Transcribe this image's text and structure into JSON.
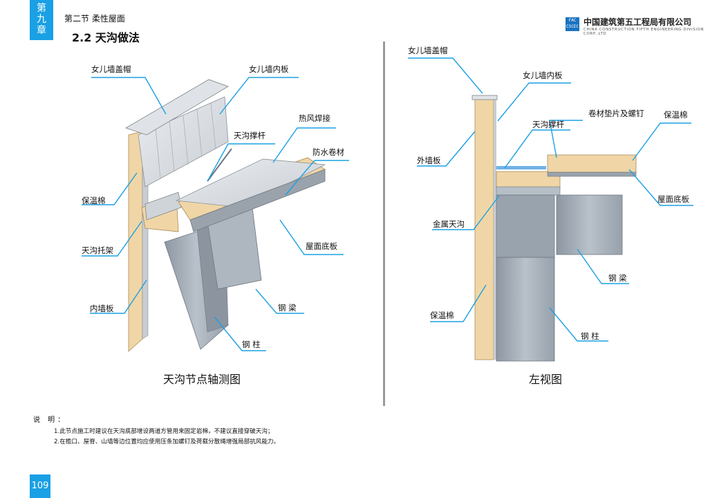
{
  "header": {
    "chapter_chars": [
      "第",
      "九",
      "章"
    ],
    "section": "第二节  柔性屋面",
    "subsection": "2.2  天沟做法",
    "logo_text": "FAC CSCEC",
    "company_cn": "中国建筑第五工程局有限公司",
    "company_en": "CHINA CONSTRUCTION FIFTH ENGINEERING DIVISION CORP.,LTD"
  },
  "left_figure": {
    "labels": {
      "parapet_cap": "女儿墙盖帽",
      "parapet_inner_panel": "女儿墙内板",
      "hot_air_weld": "热风焊接",
      "gutter_strut": "天沟撑杆",
      "waterproof_membrane": "防水卷材",
      "insulation": "保温棉",
      "gutter_bracket": "天沟托架",
      "roof_deck": "屋面底板",
      "inner_wall_panel": "内墙板",
      "steel_beam": "钢 梁",
      "steel_column": "钢 柱"
    },
    "caption": "天沟节点轴测图"
  },
  "right_figure": {
    "labels": {
      "parapet_cap": "女儿墙盖帽",
      "parapet_inner_panel": "女儿墙内板",
      "membrane_washer_screw": "卷材垫片及螺钉",
      "insulation_top": "保温棉",
      "gutter_strut": "天沟撑杆",
      "outer_wall_panel": "外墙板",
      "roof_deck": "屋面底板",
      "metal_gutter": "金属天沟",
      "steel_beam": "钢 梁",
      "insulation_bottom": "保温棉",
      "steel_column": "钢 柱"
    },
    "caption": "左视图"
  },
  "notes": {
    "title": "说 明：",
    "items": [
      "1.此节点施工时建议在天沟底部增设两道方管用来固定岩棉，不建议直接穿破天沟；",
      "2.在檐口、屋脊、山墙等边位置均应使用压条加螺钉及荷载分散绳增强局部抗风能力。"
    ]
  },
  "page_number": "109",
  "colors": {
    "accent": "#1aa0e4",
    "insulation": "#f0d6a6",
    "steel": "#a7b0ba",
    "leader": "#1aa0e4"
  }
}
